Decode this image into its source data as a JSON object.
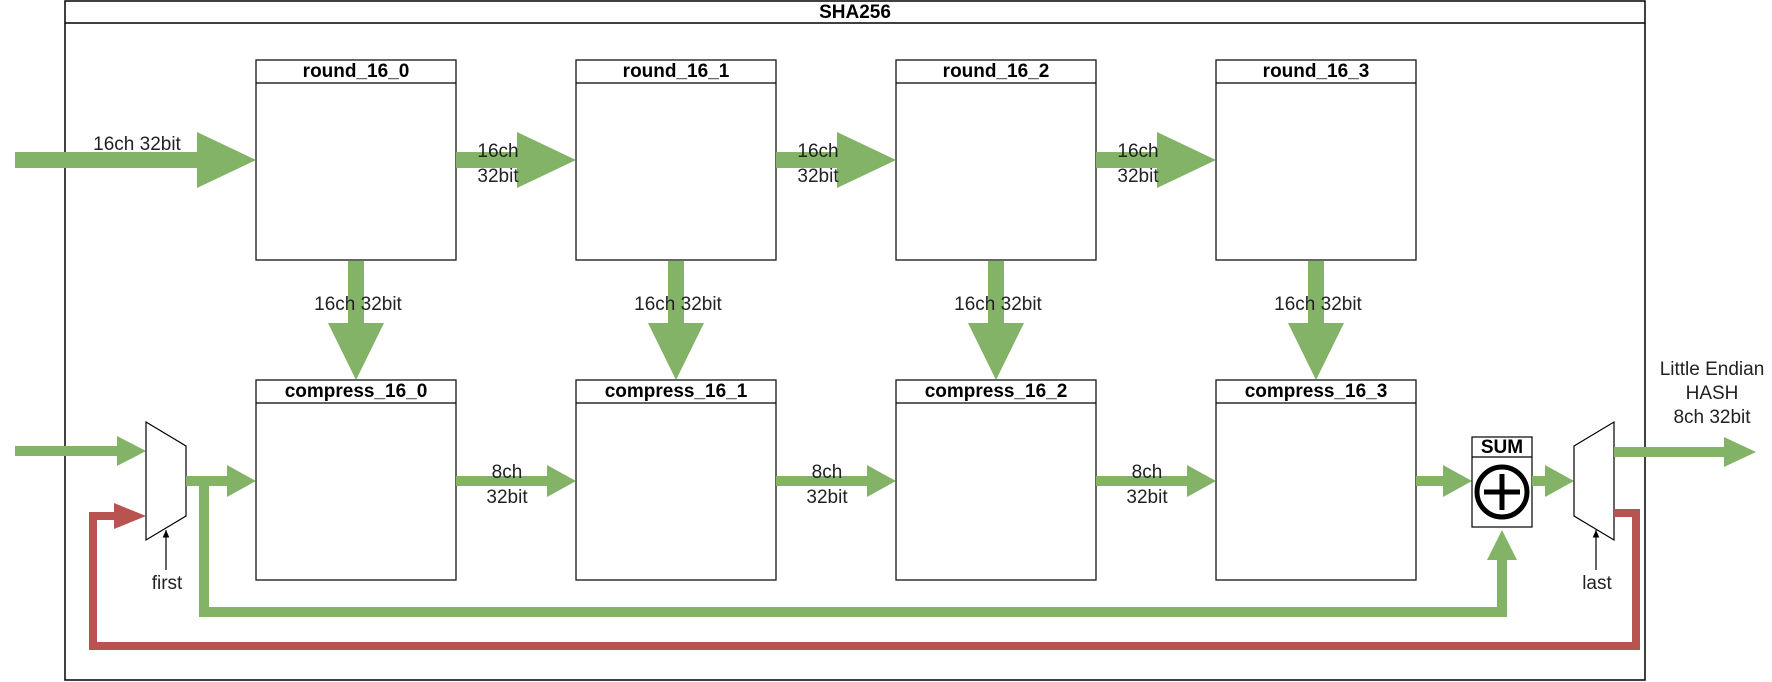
{
  "outer_title": "SHA256",
  "round_blocks": [
    "round_16_0",
    "round_16_1",
    "round_16_2",
    "round_16_3"
  ],
  "compress_blocks": [
    "compress_16_0",
    "compress_16_1",
    "compress_16_2",
    "compress_16_3"
  ],
  "labels": {
    "input_top": "16ch 32bit",
    "round_link": [
      "16ch",
      "32bit"
    ],
    "vertical": "16ch 32bit",
    "compress_link": [
      "8ch",
      "32bit"
    ],
    "mux_first": "first",
    "mux_last": "last",
    "sum": "SUM",
    "output": [
      "Little Endian",
      "HASH",
      "8ch 32bit"
    ]
  },
  "colors": {
    "data_arrow": "#82b366",
    "feedback_arrow": "#b85450",
    "outline": "#000000"
  }
}
